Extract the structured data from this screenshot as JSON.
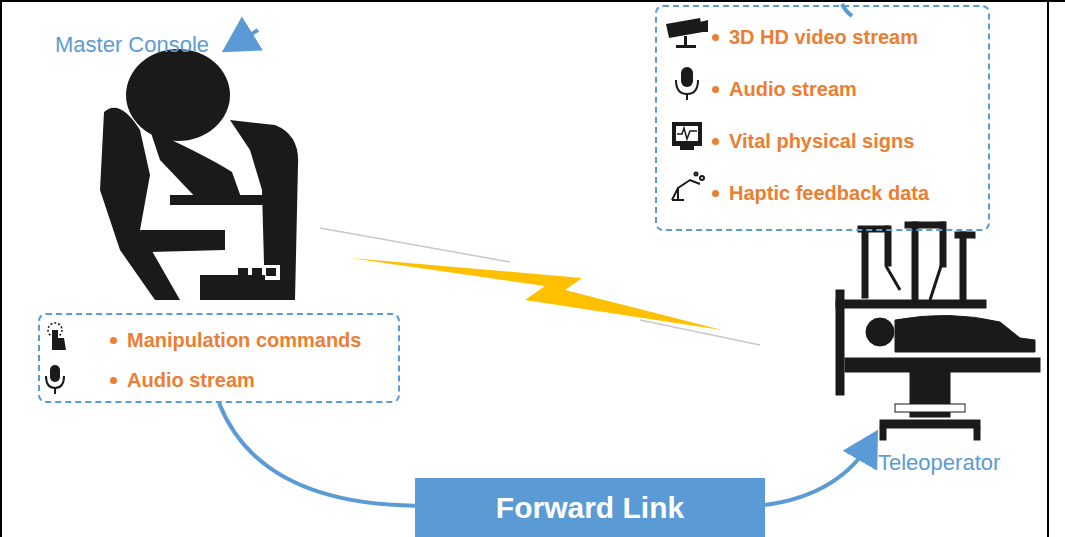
{
  "diagram": {
    "nodes": [
      {
        "text": [
          "Manipulation commands",
          "Audio stream"
        ]
      },
      {
        "text": [
          "3D HD video stream",
          "Audio stream",
          "Vital physical signs",
          "Haptic feedback data"
        ]
      },
      {
        "text": [
          "Forward Link"
        ]
      }
    ],
    "edges": [
      {
        "from": 0,
        "to": 2,
        "arrow": "none"
      }
    ],
    "labels": [
      "Master Console",
      "Teleoperator"
    ]
  }
}
